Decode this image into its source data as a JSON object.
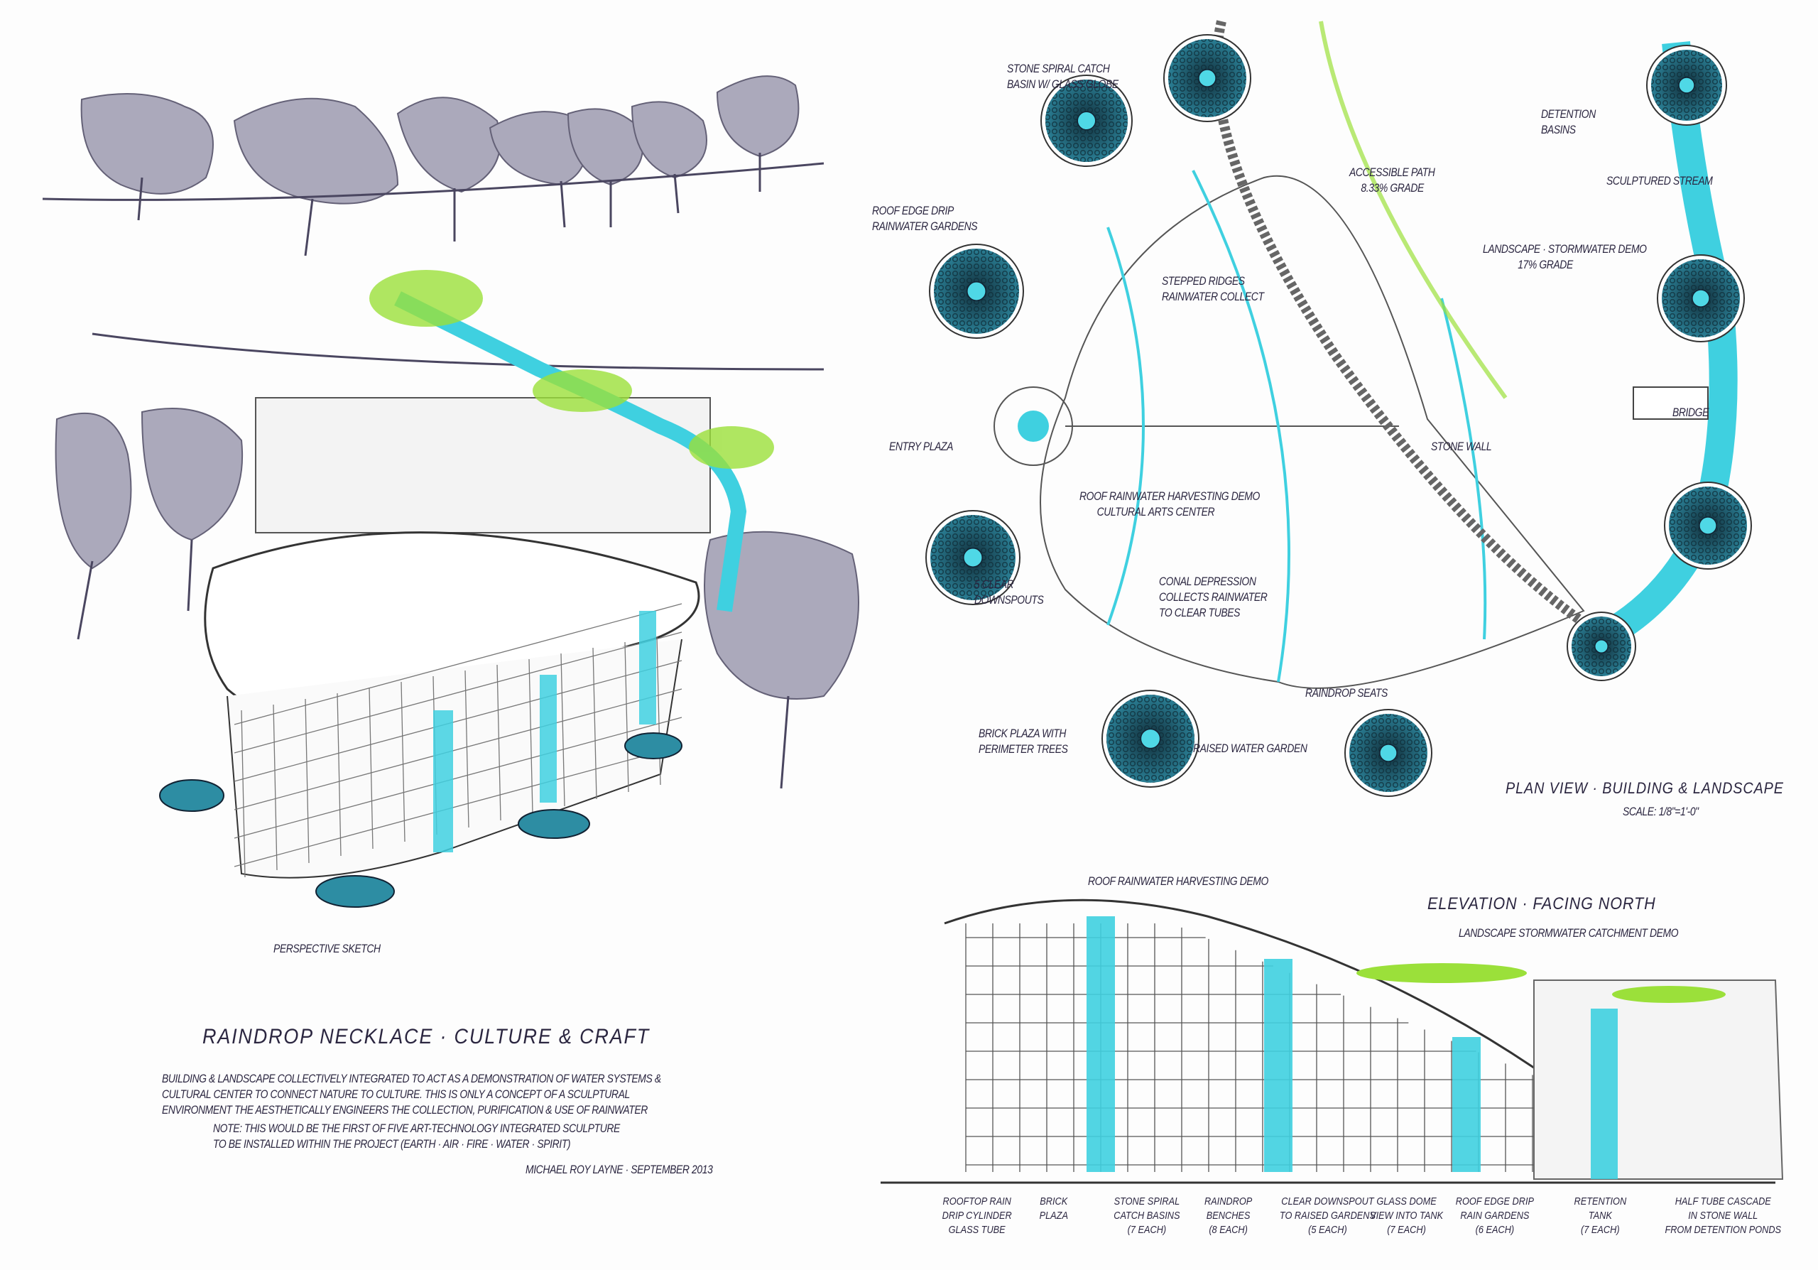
{
  "perspective": {
    "caption": "Perspective Sketch"
  },
  "description": {
    "title": "Raindrop Necklace · Culture & Craft",
    "lines": [
      "Building & landscape collectively integrated to act as a demonstration of water systems &",
      "cultural center to connect nature to culture. This is only a concept of a sculptural",
      "environment the aesthetically engineers the collection, purification & use of rainwater"
    ],
    "note": [
      "Note: This would be the first of five art-technology integrated sculpture",
      "to be installed within the project (Earth · Air · Fire · Water · Spirit)"
    ],
    "signature": "Michael Roy Layne · September 2013"
  },
  "plan": {
    "title": "Plan View · Building & Landscape",
    "scale": "Scale: 1/8\"=1'-0\"",
    "labels": {
      "catch_basin": [
        "Stone spiral catch",
        "basin w/ glass globe"
      ],
      "roof_edge": [
        "Roof edge drip",
        "rainwater gardens"
      ],
      "stepped": [
        "Stepped ridges",
        "rainwater collect"
      ],
      "detention": [
        "Detention",
        "basins"
      ],
      "path": [
        "Accessible path",
        "8.33% grade"
      ],
      "stream": [
        "Sculptured stream"
      ],
      "landscape": [
        "Landscape · Stormwater demo",
        "17% grade"
      ],
      "bridge": [
        "Bridge"
      ],
      "stone_wall": [
        "Stone wall"
      ],
      "entry": [
        "Entry plaza"
      ],
      "center": [
        "Roof rainwater harvesting demo",
        "Cultural arts center"
      ],
      "downspouts": [
        "5 clear",
        "downspouts"
      ],
      "conal": [
        "Conal depression",
        "collects rainwater",
        "to clear tubes"
      ],
      "seats": [
        "Raindrop seats"
      ],
      "brick": [
        "Brick plaza with",
        "perimeter trees"
      ],
      "raised": [
        "Raised water garden"
      ]
    }
  },
  "elevation": {
    "title": "Elevation · Facing North",
    "roof_label": "Roof rainwater harvesting demo",
    "landscape_label": "Landscape stormwater catchment demo",
    "columns": [
      [
        "Rooftop rain",
        "drip cylinder",
        "glass tube"
      ],
      [
        "Brick",
        "plaza"
      ],
      [
        "Stone spiral",
        "catch basins",
        "(7 each)"
      ],
      [
        "Raindrop",
        "benches",
        "(8 each)"
      ],
      [
        "Clear downspout",
        "to raised gardens",
        "(5 each)"
      ],
      [
        "Glass dome",
        "view into tank",
        "(7 each)"
      ],
      [
        "Roof edge drip",
        "rain gardens",
        "(6 each)"
      ],
      [
        "Retention",
        "tank",
        "(7 each)"
      ],
      [
        "Half tube cascade",
        "in stone wall",
        "from detention ponds"
      ]
    ]
  },
  "colors": {
    "water": "#3fd0e0",
    "basin": "#1f5f70",
    "green": "#9be03a",
    "ink": "#2b2640",
    "tree": "#6d6a82"
  }
}
